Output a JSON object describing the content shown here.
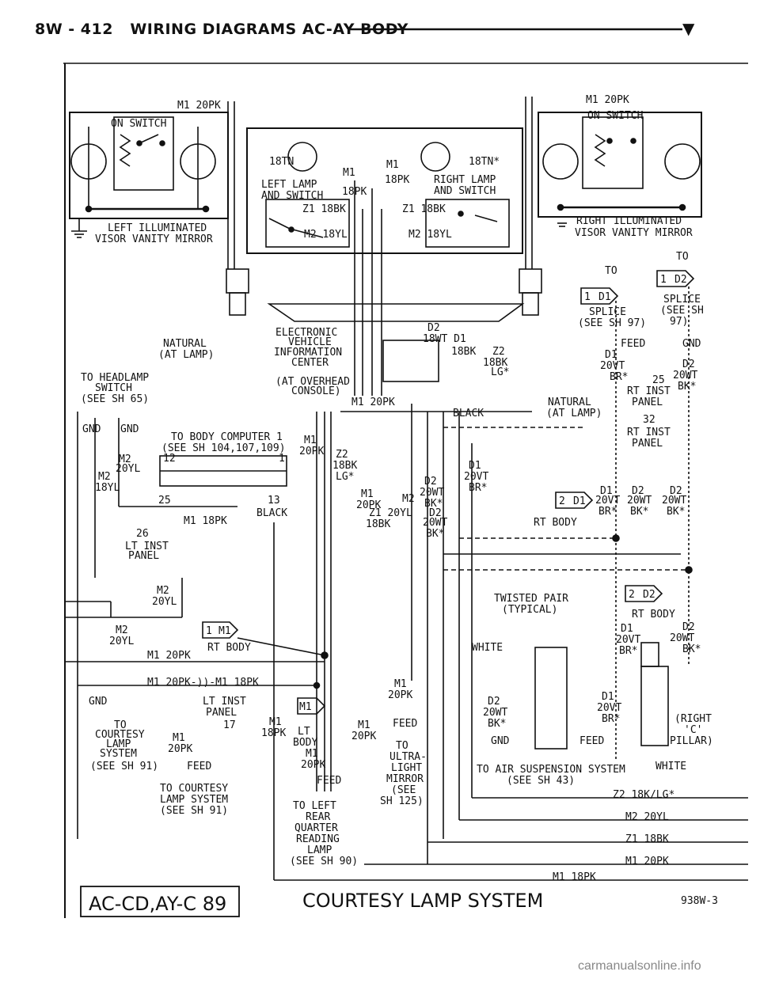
{
  "header": {
    "page": "8W - 412",
    "title": "WIRING DIAGRAMS AC-AY BODY",
    "arrow": "▼"
  },
  "components": {
    "left_mirror": {
      "label_1": "LEFT ILLUMINATED",
      "label_2": "VISOR VANITY MIRROR",
      "switch": "ON SWITCH",
      "feed": "M1 20PK"
    },
    "right_mirror": {
      "label_1": "RIGHT ILLUMINATED",
      "label_2": "VISOR VANITY MIRROR",
      "switch": "ON SWITCH",
      "feed": "M1 20PK"
    },
    "left_lamp": {
      "label_1": "LEFT LAMP",
      "label_2": "AND SWITCH",
      "w1": "18TN",
      "w2": "Z1 18BK",
      "w3": "M2 18YL",
      "m1": "M1",
      "m1g": "18PK"
    },
    "right_lamp": {
      "label_1": "RIGHT LAMP",
      "label_2": "AND SWITCH",
      "w1": "18TN*",
      "w2": "Z1 18BK",
      "w3": "M2 18YL",
      "m1": "M1",
      "m1g": "18PK"
    },
    "evic": {
      "l1": "ELECTRONIC",
      "l2": "VEHICLE",
      "l3": "INFORMATION",
      "l4": "CENTER",
      "l5": "(AT OVERHEAD",
      "l6": "CONSOLE)"
    },
    "body_computer": {
      "l1": "TO BODY COMPUTER 1",
      "l2": "(SEE SH 104,107,109)",
      "p12": "12",
      "p1": "1",
      "p25": "25",
      "p13": "13",
      "black": "BLACK"
    },
    "headlamp": {
      "l1": "TO HEADLAMP",
      "l2": "SWITCH",
      "l3": "(SEE SH 65)",
      "gnd1": "GND",
      "gnd2": "GND"
    }
  },
  "labels": {
    "natural_left_1": "NATURAL",
    "natural_left_2": "(AT LAMP)",
    "natural_right_1": "NATURAL",
    "natural_right_2": "(AT LAMP)",
    "d2_18wt": "D2",
    "d1_18wt": "18WT D1",
    "z2": "Z2",
    "z2_18bk": "18BK",
    "z2_lg": "LG*",
    "d1_18bk": "18BK",
    "m1_20pk_mid": "M1 20PK",
    "black_mid": "BLACK",
    "m2_20yl_a": "M2",
    "m2_20yl_b": "20YL",
    "m2_18yl_a": "M2",
    "m2_18yl_b": "18YL",
    "m1_18pk": "M1 18PK",
    "p26": "26",
    "lt_inst": "LT INST",
    "panel": "PANEL",
    "m2_20yl_c": "M2",
    "m2_20yl_d": "20YL",
    "m2_20yl_e": "M2",
    "m2_20yl_f": "20YL",
    "m1_20pk_rt": "M1 20PK",
    "rt_body": "RT BODY",
    "m1_splice": "M1",
    "m1_20pk_18pk": "M1 20PK-))-M1 18PK",
    "gnd_c": "GND",
    "courtesy_1": "TO",
    "courtesy_2": "COURTESY",
    "courtesy_3": "LAMP",
    "courtesy_4": "SYSTEM",
    "courtesy_5": "(SEE SH 91)",
    "m1_20pk_feed_a": "M1",
    "m1_20pk_feed_b": "20PK",
    "feed_a": "FEED",
    "to_courtesy_1": "TO COURTESY",
    "to_courtesy_2": "LAMP SYSTEM",
    "to_courtesy_3": "(SEE SH 91)",
    "lt_inst_2": "LT INST",
    "panel_2": "PANEL",
    "p17": "17",
    "m1_18pk_b1": "M1",
    "m1_18pk_b2": "18PK",
    "lt_body_1": "LT",
    "lt_body_2": "BODY",
    "m1_20pk_q1": "M1",
    "m1_20pk_q2": "20PK",
    "feed_q": "FEED",
    "to_left_1": "TO LEFT",
    "to_left_2": "REAR",
    "to_left_3": "QUARTER",
    "to_left_4": "READING",
    "to_left_5": "LAMP",
    "to_left_6": "(SEE SH 90)",
    "m1_mirror_a": "M1",
    "m1_mirror_b": "20PK",
    "feed_m": "FEED",
    "ultra_1": "TO",
    "ultra_2": "ULTRA-",
    "ultra_3": "LIGHT",
    "ultra_4": "MIRROR",
    "ultra_5": "(SEE",
    "ultra_6": "SH 125)",
    "m1_20pk_x": "M1",
    "m1_20pk_y": "20PK",
    "z2_a": "Z2",
    "z2_b": "18BK",
    "z2_c": "LG*",
    "m1_c": "M1",
    "m1_d": "20PK",
    "d2_20wt_a": "D2",
    "d2_20wt_b": "20WT",
    "d1_20vt_a": "D1",
    "d1_20vt_b": "20VT",
    "d1_20vt_c": "BR*",
    "m2_c": "M2",
    "m2_d": "20WT",
    "m2_e": "BK*",
    "z1_a": "Z1 20YL",
    "z1_b": "18BK",
    "d2_c": "D2",
    "d2_d": "20WT",
    "d2_e": "BK*",
    "to_d1_1": "TO",
    "to_d1_2": "SPLICE",
    "to_d1_3": "(SEE SH 97)",
    "to_d2_1": "TO",
    "to_d2_2": "SPLICE",
    "to_d2_3": "(SEE SH",
    "to_d2_4": "97)",
    "feed_r": "FEED",
    "gnd_r": "GND",
    "d1_r1": "D1",
    "d1_r2": "20VT",
    "d1_r3": "BR*",
    "p25r": "25",
    "d2_r1": "D2",
    "d2_r2": "20WT",
    "d2_r3": "BK*",
    "rt_inst_1": "RT INST",
    "rt_panel_1": "PANEL",
    "p32": "32",
    "rt_inst_2": "RT INST",
    "rt_panel_2": "PANEL",
    "d1_s1": "D1",
    "d1_s2": "20VT",
    "d1_s3": "BR*",
    "d2_s1": "D2",
    "d2_s2": "20WT",
    "d2_s3": "BK*",
    "d2_t1": "D2",
    "d2_t2": "20WT",
    "d2_t3": "BK*",
    "rt_body_2": "RT BODY",
    "twisted_1": "TWISTED PAIR",
    "twisted_2": "(TYPICAL)",
    "rt_body_3": "RT BODY",
    "d1_u1": "D1",
    "d1_u2": "20VT",
    "d1_u3": "BR*",
    "d2_u1": "D2",
    "d2_u2": "20WT",
    "d2_u3": "BK*",
    "white_1": "WHITE",
    "white_2": "WHITE",
    "d2_v1": "D2",
    "d2_v2": "20WT",
    "d2_v3": "BK*",
    "gnd_v": "GND",
    "d1_v1": "D1",
    "d1_v2": "20VT",
    "d1_v3": "BR*",
    "feed_v": "FEED",
    "pillar_1": "(RIGHT",
    "pillar_2": "'C'",
    "pillar_3": "PILLAR)",
    "air_1": "TO AIR SUSPENSION SYSTEM",
    "air_2": "(SEE SH 43)",
    "out_z2": "Z2 18K/LG*",
    "out_m2": "M2 20YL",
    "out_z1": "Z1 18BK",
    "out_m1": "M1 20PK",
    "out_m1_18": "M1 18PK",
    "conn_1d2": "1",
    "conn_1d2b": "D2",
    "conn_1d1": "1",
    "conn_1d1b": "D1",
    "conn_2d1": "2",
    "conn_2d1b": "D1",
    "conn_2d2": "2",
    "conn_2d2b": "D2",
    "conn_1m1": "1",
    "conn_1m1b": "M1",
    "conn_m1": "M1"
  },
  "footer": {
    "model": "AC-CD,AY-C 89",
    "title": "COURTESY LAMP SYSTEM",
    "code": "938W-3"
  },
  "watermark": "carmanualsonline.info"
}
